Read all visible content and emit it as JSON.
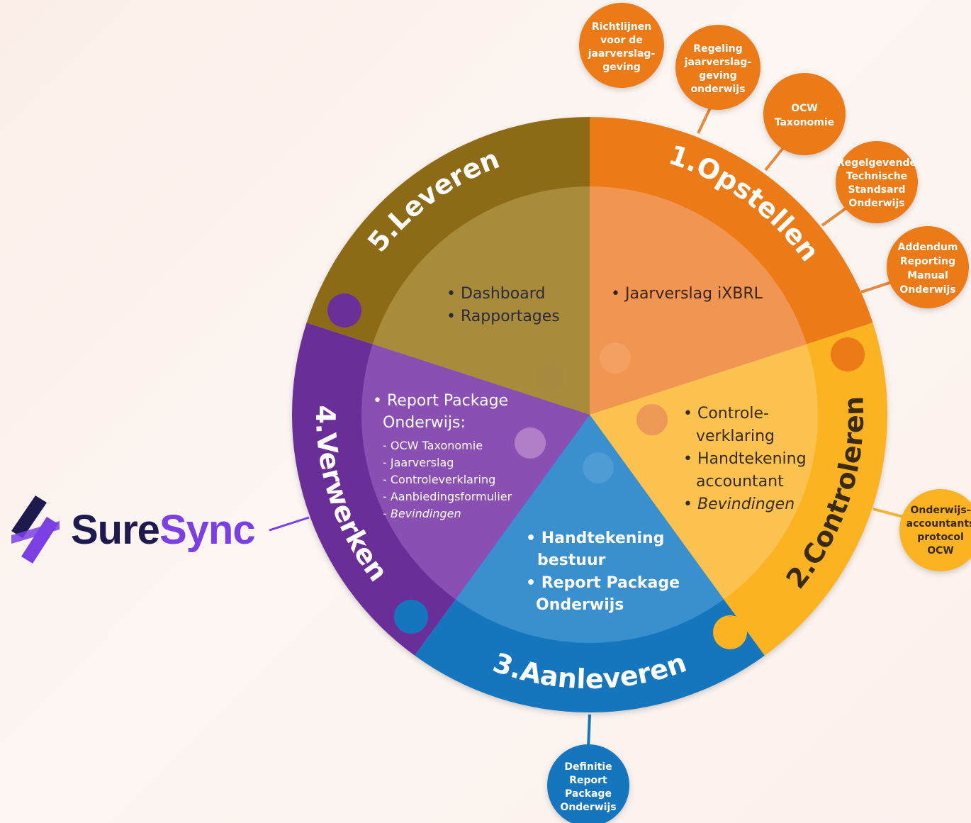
{
  "colors": {
    "orange": "#ec7a16",
    "yellow": "#fbb322",
    "blue": "#1576bd",
    "purple": "#6b2f99",
    "olive": "#8d6b16",
    "logo_dark": "#1f1a4d",
    "logo_purple": "#7b3fe4"
  },
  "logo": {
    "word_1": "Sure",
    "word_2": "Sync"
  },
  "segments": [
    {
      "id": "opstellen",
      "title": "1.Opstellen",
      "color": "orange",
      "items": [
        "Jaarverslag iXBRL"
      ]
    },
    {
      "id": "controleren",
      "title": "2.Controleren",
      "color": "yellow",
      "items": [
        "Controle-",
        "verklaring",
        "Handtekening",
        "accountant",
        "Bevindingen"
      ]
    },
    {
      "id": "aanleveren",
      "title": "3.Aanleveren",
      "color": "blue",
      "items": [
        "Handtekening",
        "bestuur",
        "Report Package",
        "Onderwijs"
      ]
    },
    {
      "id": "verwerken",
      "title": "4.Verwerken",
      "color": "purple",
      "items": [
        "Report Package",
        "Onderwijs:"
      ],
      "sub_items": [
        "- OCW Taxonomie",
        "- Jaarverslag",
        "- Controleverklaring",
        "- Aanbiedingsformulier",
        "- Bevindingen"
      ]
    },
    {
      "id": "leveren",
      "title": "5.Leveren",
      "color": "olive",
      "items": [
        "Dashboard",
        "Rapportages"
      ]
    }
  ],
  "bubbles": [
    {
      "id": "richtlijnen",
      "lines": [
        "Richtlijnen",
        "voor de",
        "jaarverslag-",
        "geving"
      ]
    },
    {
      "id": "regeling",
      "lines": [
        "Regeling",
        "jaarverslag-",
        "geving",
        "onderwijs"
      ]
    },
    {
      "id": "ocw-taxonomie",
      "lines": [
        "OCW",
        "Taxonomie"
      ]
    },
    {
      "id": "regelgevende",
      "lines": [
        "Regelgevende",
        "Technische",
        "Standsard",
        "Onderwijs"
      ]
    },
    {
      "id": "addendum",
      "lines": [
        "Addendum",
        "Reporting",
        "Manual",
        "Onderwijs"
      ]
    },
    {
      "id": "accountantsprotocol",
      "lines": [
        "Onderwijs-",
        "accountants",
        "protocol",
        "OCW"
      ]
    },
    {
      "id": "definitie",
      "lines": [
        "Definitie",
        "Report",
        "Package",
        "Onderwijs"
      ]
    }
  ]
}
